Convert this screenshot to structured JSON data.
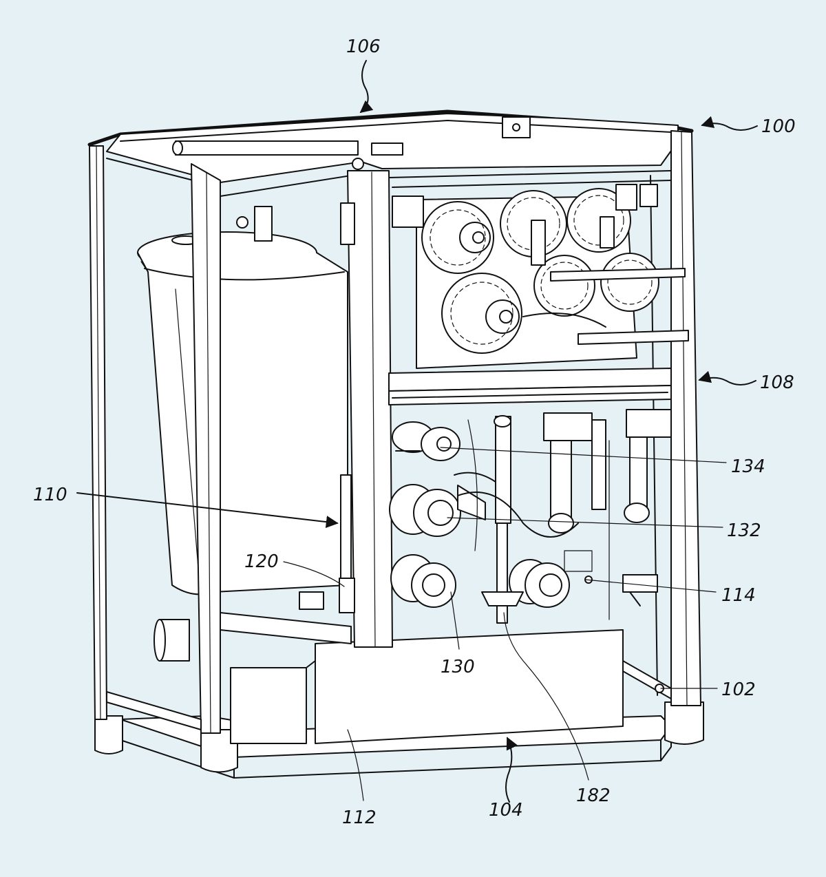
{
  "figure": {
    "reference_labels": [
      {
        "id": "106",
        "text": "106"
      },
      {
        "id": "100",
        "text": "100"
      },
      {
        "id": "108",
        "text": "108"
      },
      {
        "id": "134",
        "text": "134"
      },
      {
        "id": "110",
        "text": "110"
      },
      {
        "id": "132",
        "text": "132"
      },
      {
        "id": "120",
        "text": "120"
      },
      {
        "id": "114",
        "text": "114"
      },
      {
        "id": "130",
        "text": "130"
      },
      {
        "id": "102",
        "text": "102"
      },
      {
        "id": "182",
        "text": "182"
      },
      {
        "id": "112",
        "text": "112"
      },
      {
        "id": "104",
        "text": "104"
      }
    ]
  },
  "colors": {
    "background": "#e6f1f6",
    "line": "#111111",
    "part_fill": "#ffffff"
  }
}
